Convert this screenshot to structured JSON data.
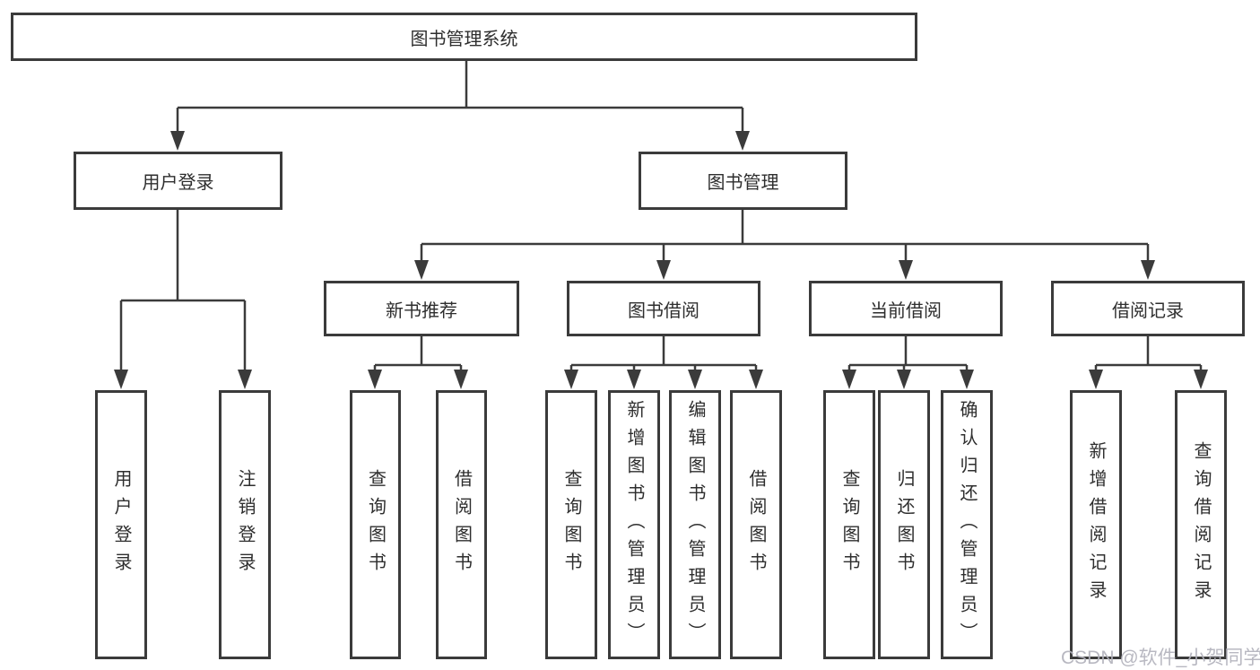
{
  "diagram": {
    "root": {
      "label": "图书管理系统",
      "children": [
        {
          "label": "用户登录",
          "children": [
            {
              "label": "用户登录"
            },
            {
              "label": "注销登录"
            }
          ]
        },
        {
          "label": "图书管理",
          "children": [
            {
              "label": "新书推荐",
              "children": [
                {
                  "label": "查询图书"
                },
                {
                  "label": "借阅图书"
                }
              ]
            },
            {
              "label": "图书借阅",
              "children": [
                {
                  "label": "查询图书"
                },
                {
                  "label": "新增图书（管理员）"
                },
                {
                  "label": "编辑图书（管理员）"
                },
                {
                  "label": "借阅图书"
                }
              ]
            },
            {
              "label": "当前借阅",
              "children": [
                {
                  "label": "查询图书"
                },
                {
                  "label": "归还图书"
                },
                {
                  "label": "确认归还（管理员）"
                }
              ]
            },
            {
              "label": "借阅记录",
              "children": [
                {
                  "label": "新增借阅记录"
                },
                {
                  "label": "查询借阅记录"
                }
              ]
            }
          ]
        }
      ]
    }
  },
  "watermark": "CSDN @软件_小贺同学",
  "colors": {
    "line": "#3b3b3b",
    "box_border": "#3b3b3b",
    "text": "#2e2e2e",
    "background": "#ffffff",
    "watermark": "#b2b2bc"
  }
}
